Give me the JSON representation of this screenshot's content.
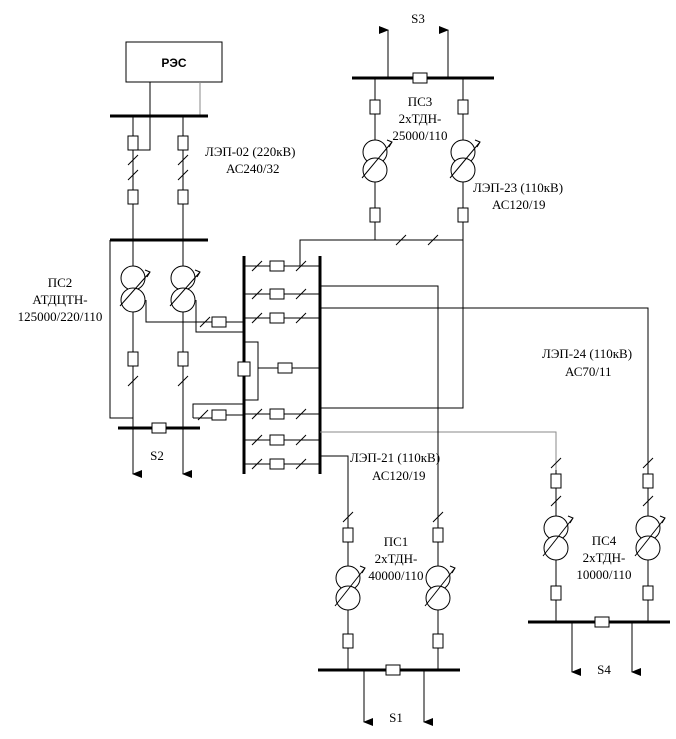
{
  "source": {
    "label": "РЭС"
  },
  "substations": {
    "ps2": {
      "name": "ПС2",
      "type": "АТДЦТН-",
      "rating": "125000/220/110"
    },
    "ps3": {
      "name": "ПС3",
      "type": "2хТДН-",
      "rating": "25000/110"
    },
    "ps1": {
      "name": "ПС1",
      "type": "2хТДН-",
      "rating": "40000/110"
    },
    "ps4": {
      "name": "ПС4",
      "type": "2хТДН-",
      "rating": "10000/110"
    }
  },
  "lines": {
    "lep02": {
      "name": "ЛЭП-02 (220кВ)",
      "wire": "АС240/32"
    },
    "lep23": {
      "name": "ЛЭП-23 (110кВ)",
      "wire": "АС120/19"
    },
    "lep24": {
      "name": "ЛЭП-24 (110кВ)",
      "wire": "АС70/11"
    },
    "lep21": {
      "name": "ЛЭП-21 (110кВ)",
      "wire": "АС120/19"
    }
  },
  "loads": {
    "s1": "S1",
    "s2": "S2",
    "s3": "S3",
    "s4": "S4"
  }
}
